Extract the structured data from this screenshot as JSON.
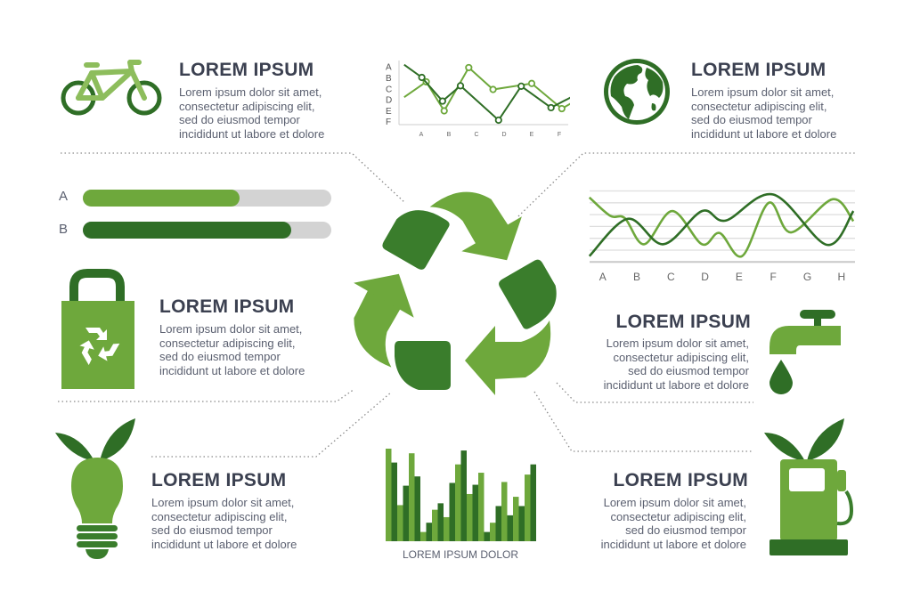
{
  "colors": {
    "dark": "#2f6e26",
    "mid": "#3c8030",
    "light": "#6ea83c",
    "pale": "#8dbd5c",
    "title": "#3b4050",
    "text": "#5b6070",
    "track": "#d3d3d3"
  },
  "sections": {
    "bicycle": {
      "title": "LOREM IPSUM",
      "lines": [
        "Lorem ipsum dolor sit amet,",
        "consectetur adipiscing elit,",
        "sed do eiusmod tempor",
        "incididunt ut labore et dolore"
      ]
    },
    "globe": {
      "title": "LOREM IPSUM",
      "lines": [
        "Lorem ipsum dolor sit amet,",
        "consectetur adipiscing elit,",
        "sed do eiusmod tempor",
        "incididunt ut labore et dolore"
      ]
    },
    "bag": {
      "title": "LOREM IPSUM",
      "lines": [
        "Lorem ipsum dolor sit amet,",
        "consectetur adipiscing elit,",
        "sed do eiusmod tempor",
        "incididunt ut labore et dolore"
      ]
    },
    "tap": {
      "title": "LOREM IPSUM",
      "lines": [
        "Lorem ipsum dolor sit amet,",
        "consectetur adipiscing elit,",
        "sed do eiusmod tempor",
        "incididunt ut labore et dolore"
      ]
    },
    "bulb": {
      "title": "LOREM IPSUM",
      "lines": [
        "Lorem ipsum dolor sit amet,",
        "consectetur adipiscing elit,",
        "sed do eiusmod tempor",
        "incididunt ut labore et dolore"
      ]
    },
    "fuel": {
      "title": "LOREM IPSUM",
      "lines": [
        "Lorem ipsum dolor sit amet,",
        "consectetur adipiscing elit,",
        "sed do eiusmod tempor",
        "incididunt ut labore et dolore"
      ]
    }
  },
  "progress": [
    {
      "label": "A",
      "percent": 63
    },
    {
      "label": "B",
      "percent": 84
    }
  ],
  "chart_data": [
    {
      "type": "line",
      "title": "",
      "x_ticks": [
        "A",
        "B",
        "C",
        "D",
        "E",
        "F"
      ],
      "y_ticks": [
        "A",
        "B",
        "C",
        "D",
        "E",
        "F"
      ],
      "series": [
        {
          "name": "light",
          "points": [
            [
              -0.62,
              3.8
            ],
            [
              0.18,
              2.4
            ],
            [
              0.83,
              5.05
            ],
            [
              1.72,
              1.1
            ],
            [
              2.6,
              3.1
            ],
            [
              4.0,
              2.55
            ],
            [
              5.09,
              4.85
            ],
            [
              5.4,
              4.4
            ]
          ]
        },
        {
          "name": "dark",
          "points": [
            [
              -0.62,
              0.84
            ],
            [
              0.02,
              2.0
            ],
            [
              0.77,
              4.16
            ],
            [
              1.42,
              2.76
            ],
            [
              2.8,
              5.9
            ],
            [
              3.62,
              2.8
            ],
            [
              4.7,
              4.76
            ],
            [
              5.4,
              3.84
            ]
          ]
        }
      ]
    },
    {
      "type": "line",
      "title": "",
      "x_ticks": [
        "A",
        "B",
        "C",
        "D",
        "E",
        "F",
        "G",
        "H"
      ],
      "ylim": [
        0,
        6
      ],
      "series": [
        {
          "name": "light",
          "points": [
            [
              -0.39,
              5.45
            ],
            [
              0.22,
              3.9
            ],
            [
              0.65,
              3.7
            ],
            [
              1.22,
              1.5
            ],
            [
              2.04,
              4.3
            ],
            [
              2.91,
              1.5
            ],
            [
              3.43,
              2.45
            ],
            [
              4.09,
              0.5
            ],
            [
              4.87,
              5.0
            ],
            [
              5.52,
              2.5
            ],
            [
              6.74,
              5.3
            ],
            [
              7.35,
              3.45
            ]
          ]
        },
        {
          "name": "dark",
          "points": [
            [
              -0.39,
              0.5
            ],
            [
              0.74,
              3.65
            ],
            [
              1.78,
              1.5
            ],
            [
              2.91,
              4.3
            ],
            [
              3.61,
              3.5
            ],
            [
              5.0,
              5.7
            ],
            [
              6.57,
              1.45
            ],
            [
              7.35,
              4.3
            ]
          ]
        }
      ]
    },
    {
      "type": "bar",
      "title": "LOREM IPSUM DOLOR",
      "ylim": [
        0,
        100
      ],
      "values": [
        100,
        85,
        39,
        60,
        95,
        70,
        10,
        20,
        34,
        41,
        26,
        63,
        83,
        98,
        51,
        61,
        74,
        10,
        20,
        38,
        64,
        28,
        48,
        38,
        72,
        83
      ]
    }
  ]
}
